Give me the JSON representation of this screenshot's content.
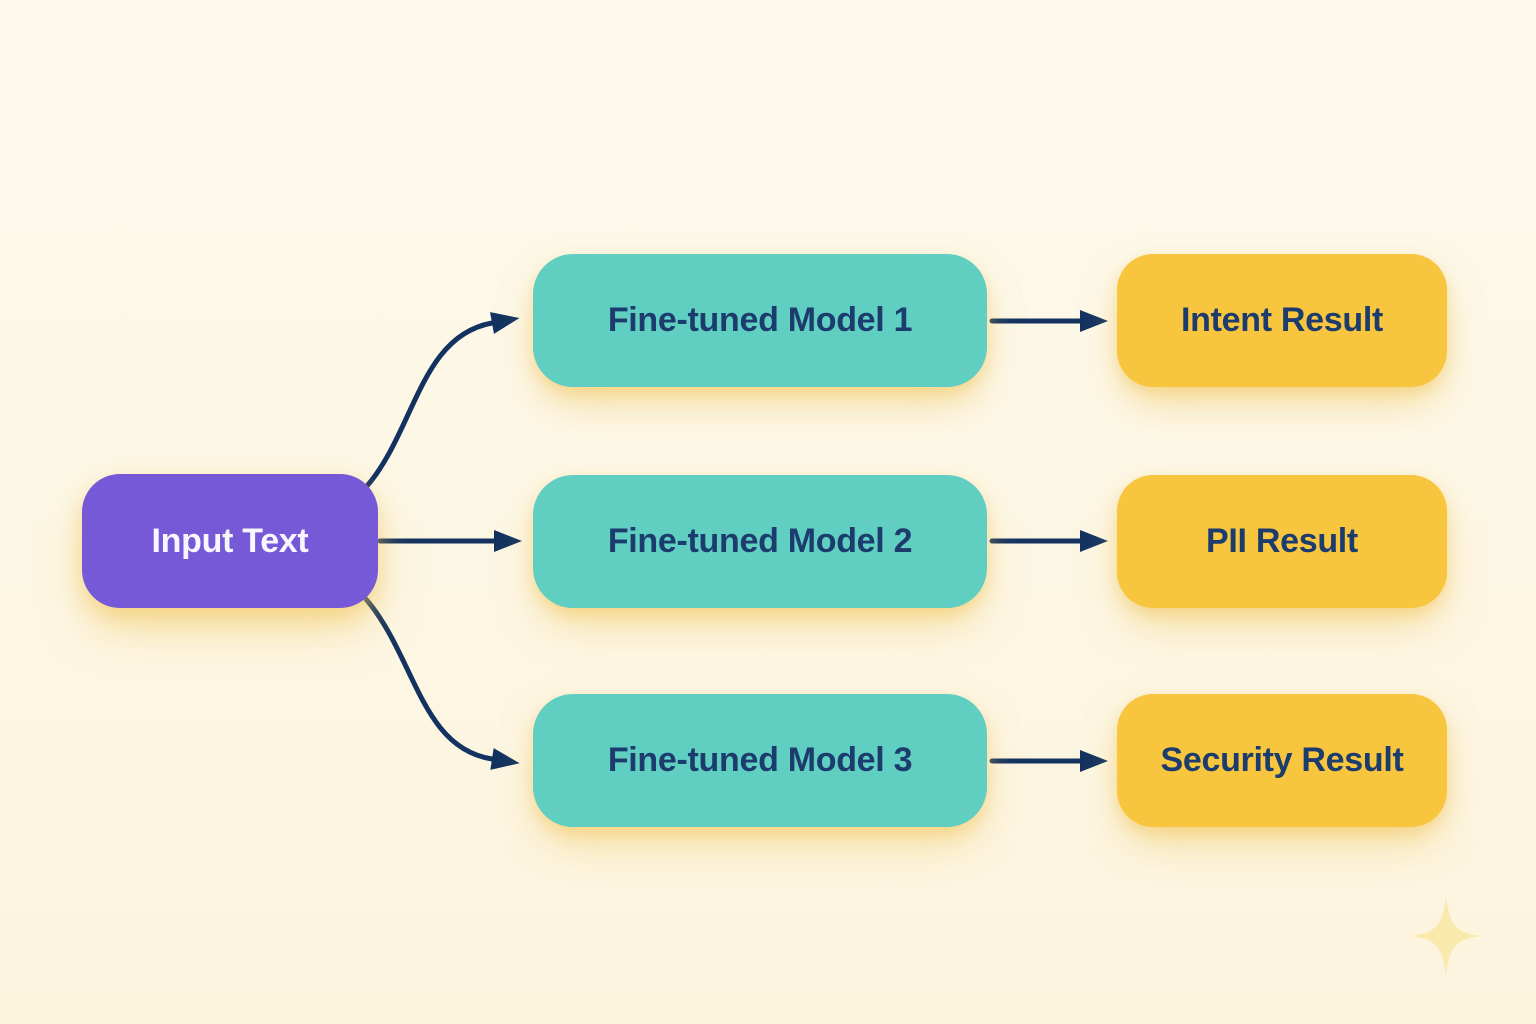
{
  "diagram": {
    "input": {
      "label": "Input Text"
    },
    "models": [
      {
        "label": "Fine-tuned Model 1"
      },
      {
        "label": "Fine-tuned Model 2"
      },
      {
        "label": "Fine-tuned Model 3"
      }
    ],
    "results": [
      {
        "label": "Intent Result"
      },
      {
        "label": "PII Result"
      },
      {
        "label": "Security Result"
      }
    ]
  },
  "colors": {
    "bg-top": "#fdf9ec",
    "bg-bottom": "#fcf4dd",
    "purple": "#7659d6",
    "teal": "#60cec1",
    "yellow": "#f8c53f",
    "arrow": "#133260",
    "ink": "#1c3c6e",
    "light-text": "#f7f5fd",
    "sparkle": "#f9e9ac",
    "glow-strong": "rgba(242,196,86,0.60)",
    "glow-soft": "rgba(242,196,86,0.35)"
  }
}
